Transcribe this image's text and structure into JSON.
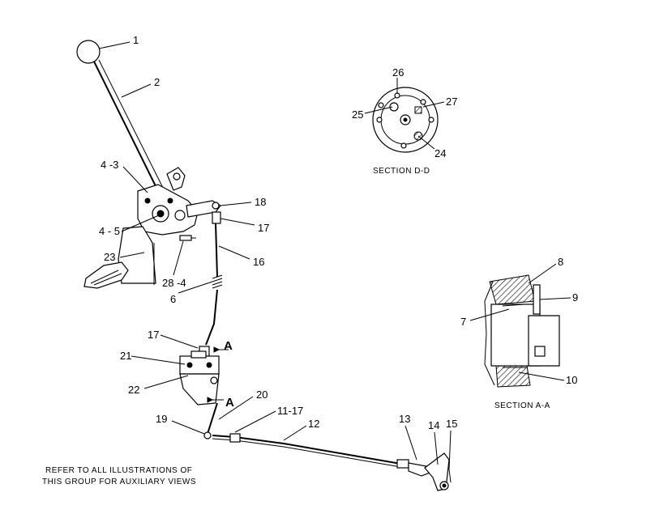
{
  "callouts": {
    "c1": "1",
    "c2": "2",
    "c4_3": "4 -3",
    "c4_5": "4 - 5",
    "c23": "23",
    "c28_4": "28 -4",
    "c6": "6",
    "c18": "18",
    "c17a": "17",
    "c16": "16",
    "c17b": "17",
    "c21": "21",
    "c22": "22",
    "c19": "19",
    "c20": "20",
    "c11_17": "11-17",
    "c12": "12",
    "c13": "13",
    "c14": "14",
    "c15": "15",
    "c26": "26",
    "c27": "27",
    "c25": "25",
    "c24": "24",
    "c8": "8",
    "c9": "9",
    "c7": "7",
    "c10": "10"
  },
  "view_markers": {
    "a_upper": "A",
    "a_lower": "A"
  },
  "captions": {
    "section_dd": "SECTION  D-D",
    "section_aa": "SECTION  A-A",
    "note_line1": "REFER TO ALL ILLUSTRATIONS OF",
    "note_line2": "THIS GROUP FOR AUXILIARY VIEWS"
  }
}
